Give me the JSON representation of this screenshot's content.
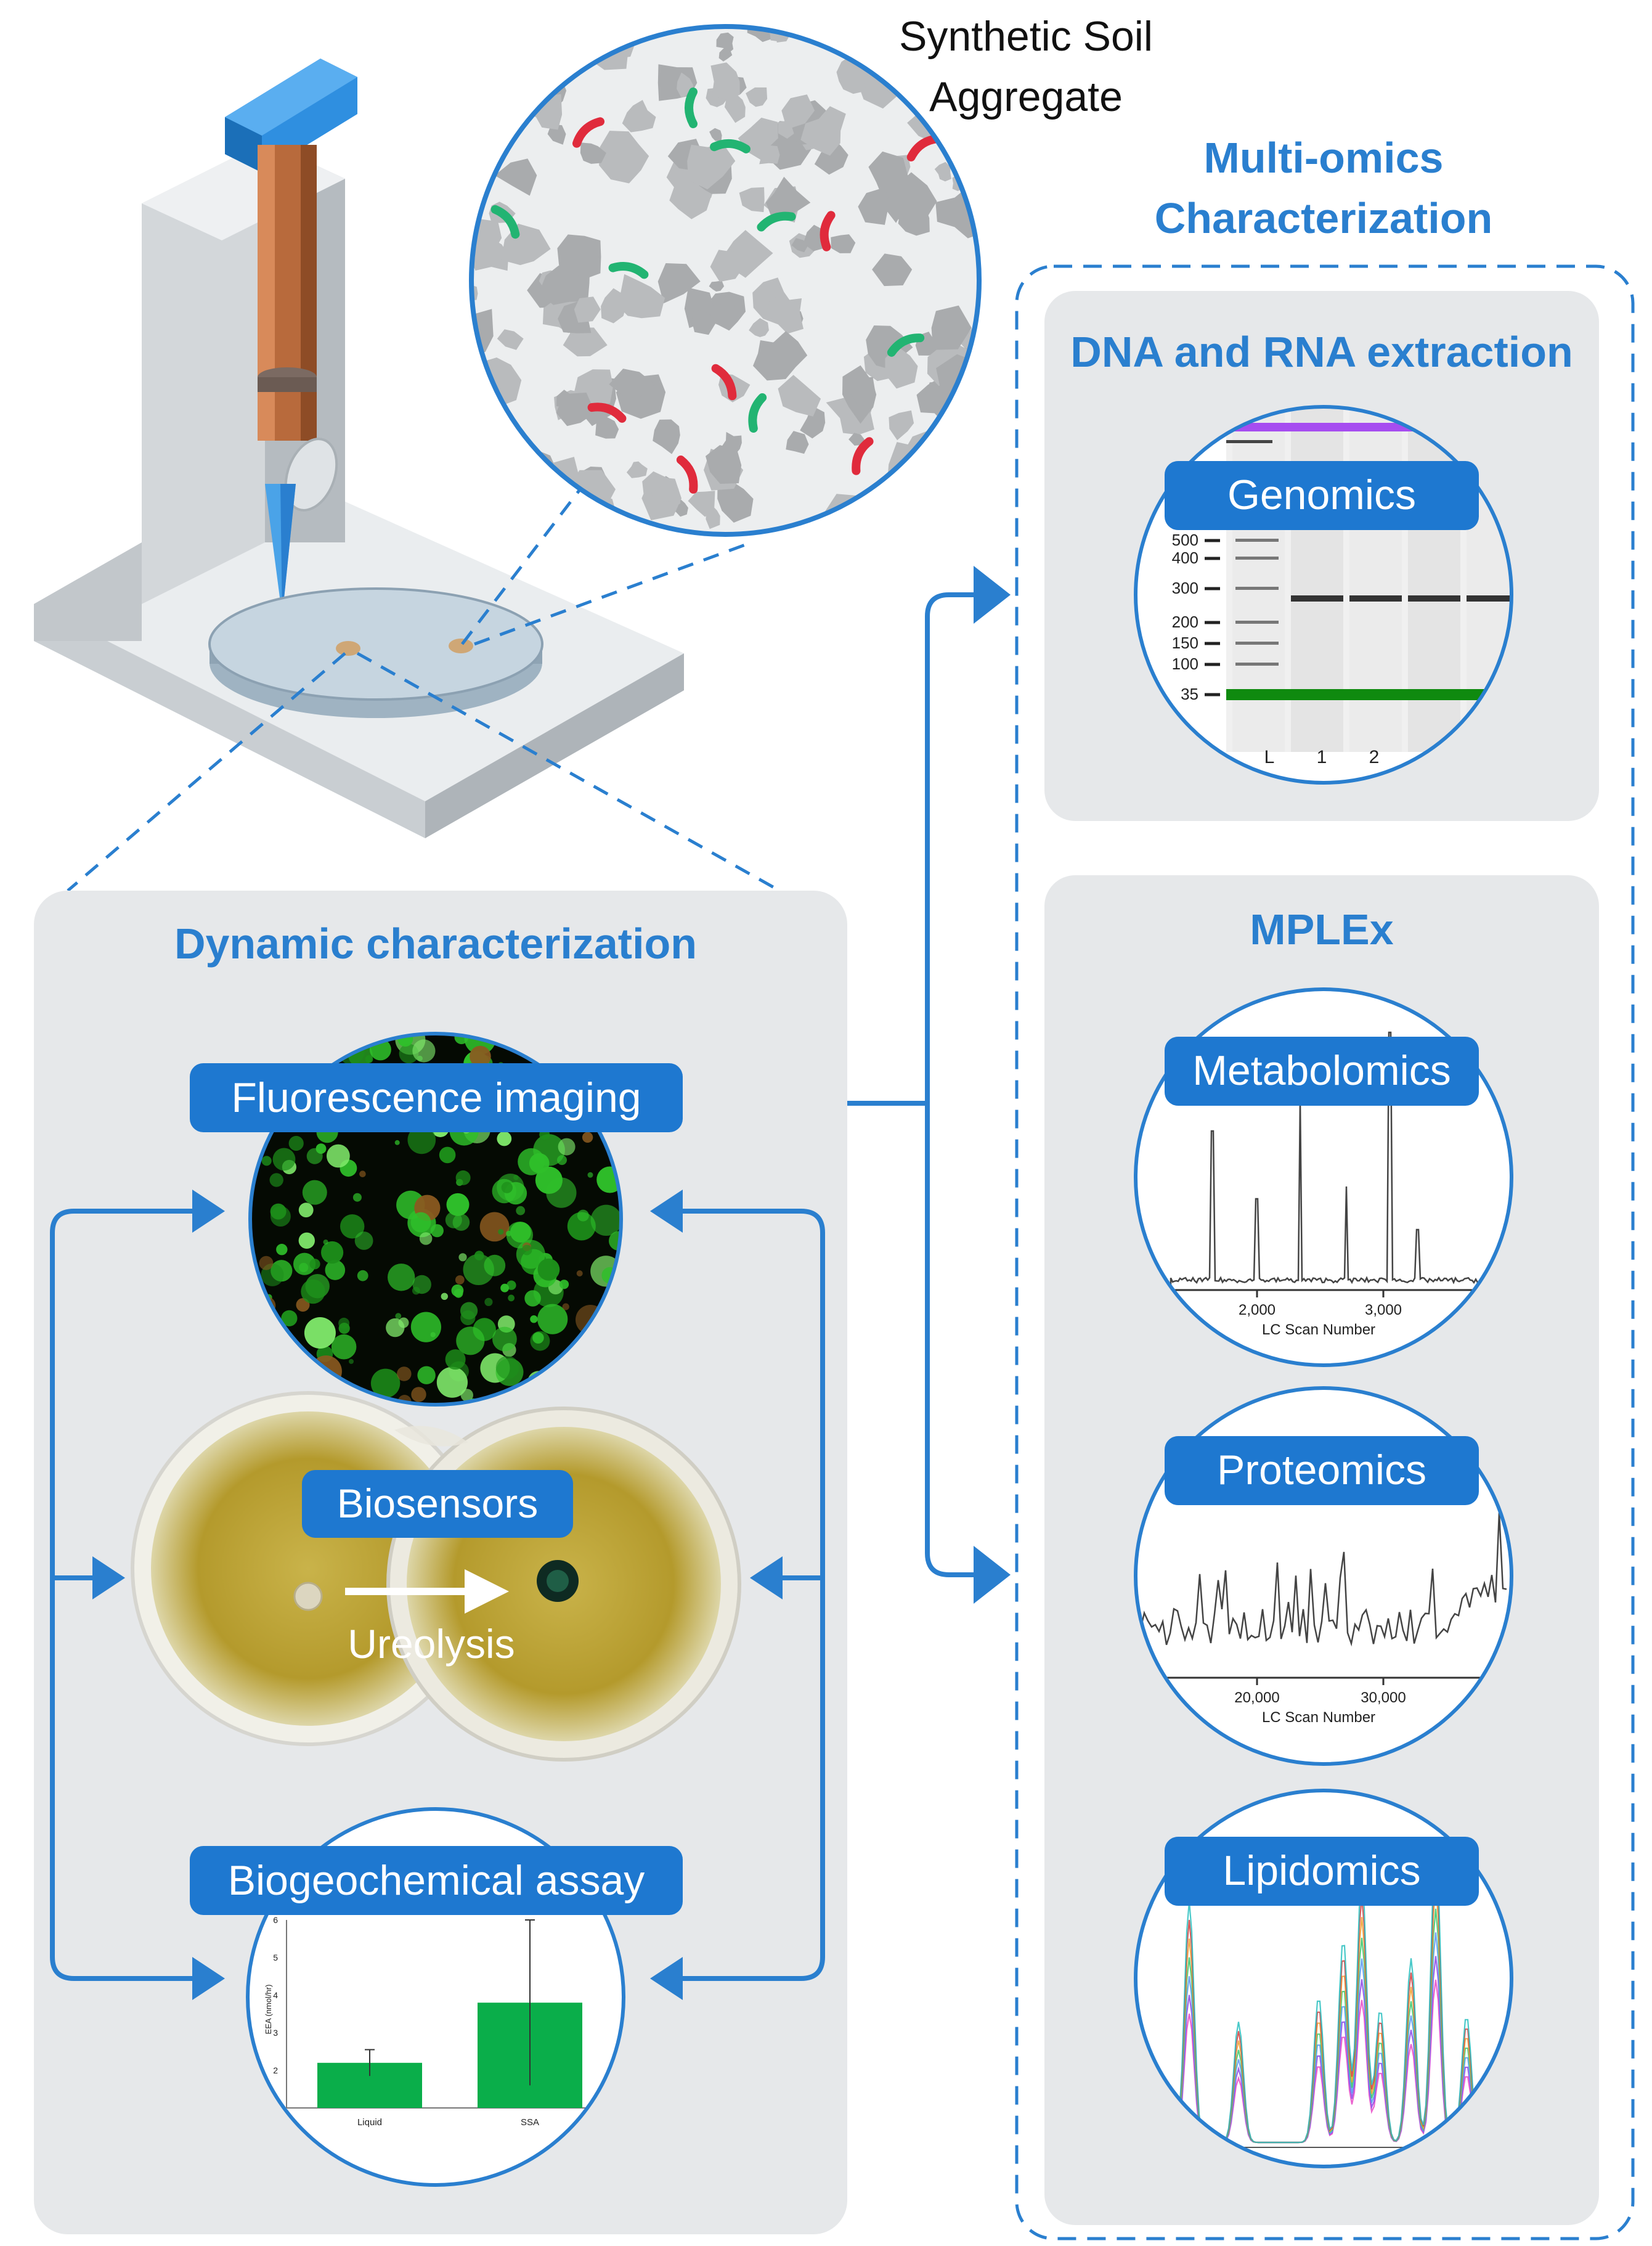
{
  "top": {
    "aggregate_title_line1": "Synthetic Soil",
    "aggregate_title_line2": "Aggregate",
    "multiomics_title_line1": "Multi-omics",
    "multiomics_title_line2": "Characterization"
  },
  "dynamic": {
    "title": "Dynamic characterization",
    "fluorescence_label": "Fluorescence imaging",
    "biosensors_label": "Biosensors",
    "ureolysis_label": "Ureolysis",
    "assay_label": "Biogeochemical assay",
    "assay_chart": {
      "ylabel": "EEA (nmol/hr)",
      "y_ticks": [
        "2",
        "3",
        "4",
        "5",
        "6"
      ],
      "categories": [
        "Liquid",
        "SSA"
      ]
    }
  },
  "extraction": {
    "title": "DNA and RNA extraction",
    "genomics_label": "Genomics",
    "ladder_labels": [
      "500",
      "400",
      "300",
      "200",
      "150",
      "100",
      "35"
    ],
    "lane_labels": [
      "L",
      "1",
      "2"
    ]
  },
  "mplex": {
    "title": "MPLEx",
    "metabolomics_label": "Metabolomics",
    "metabolomics_ticks": [
      "2,000",
      "3,000"
    ],
    "metabolomics_xlabel": "LC Scan Number",
    "proteomics_label": "Proteomics",
    "proteomics_ticks": [
      "20,000",
      "30,000"
    ],
    "proteomics_xlabel": "LC Scan Number",
    "lipidomics_label": "Lipidomics"
  },
  "colors": {
    "accent": "#2a7fcf",
    "panel": "#e6e8ea",
    "pill": "#1e78d0",
    "bar": "#0aae4a",
    "microbe_red": "#e02b3c",
    "microbe_green": "#22b472"
  },
  "chart_data": {
    "type": "bar",
    "categories": [
      "Liquid",
      "SSA"
    ],
    "values": [
      2.2,
      3.8
    ],
    "errors": [
      0.35,
      2.2
    ],
    "ylabel": "EEA (nmol/hr)",
    "ylim": [
      1,
      6
    ]
  }
}
